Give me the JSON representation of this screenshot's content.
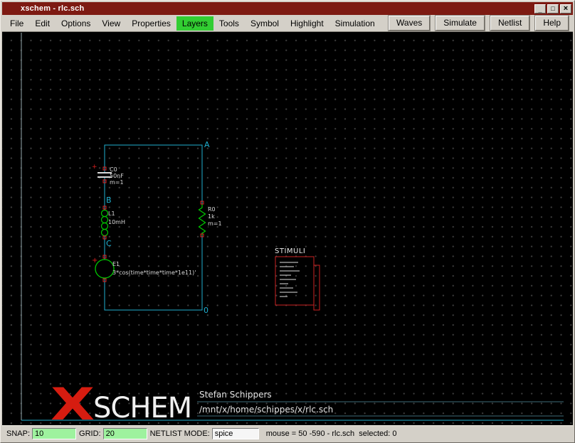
{
  "window": {
    "title": "xschem - rlc.sch",
    "controls": {
      "minimize": "_",
      "maximize": "□",
      "close": "×"
    }
  },
  "menubar": {
    "items": [
      "File",
      "Edit",
      "Options",
      "View",
      "Properties",
      "Layers",
      "Tools",
      "Symbol",
      "Highlight",
      "Simulation"
    ],
    "buttons": [
      "Waves",
      "Simulate",
      "Netlist",
      "Help"
    ]
  },
  "schematic": {
    "node_labels": {
      "top": "A",
      "mid": "B",
      "lower": "C",
      "ground": "0"
    },
    "capacitor": {
      "name": "C0",
      "value": "50nF",
      "mult": "m=1",
      "polarity": "+"
    },
    "inductor": {
      "name": "L1",
      "value": "10mH"
    },
    "source": {
      "name": "E1",
      "value": "3*cos(time*time*time*1e11)'",
      "polarity": "+"
    },
    "resistor": {
      "name": "R0",
      "value": "1k",
      "mult": "m=1"
    },
    "stimuli_label": "STIMULI",
    "titleblock": {
      "logo_x": "X",
      "logo_text": "SCHEM",
      "author": "Stefan Schippers",
      "path": "/mnt/x/home/schippes/x/rlc.sch"
    },
    "colors": {
      "wire": "#1fb0d0",
      "component": "#00c800",
      "accent_red": "#dd2222",
      "label": "#d8d8d8",
      "background": "#000000"
    }
  },
  "statusbar": {
    "snap_label": "SNAP:",
    "snap_value": "10",
    "grid_label": "GRID:",
    "grid_value": "20",
    "netlist_label": "NETLIST MODE:",
    "netlist_value": "spice",
    "info": "mouse = 50 -590 - rlc.sch  selected: 0"
  }
}
